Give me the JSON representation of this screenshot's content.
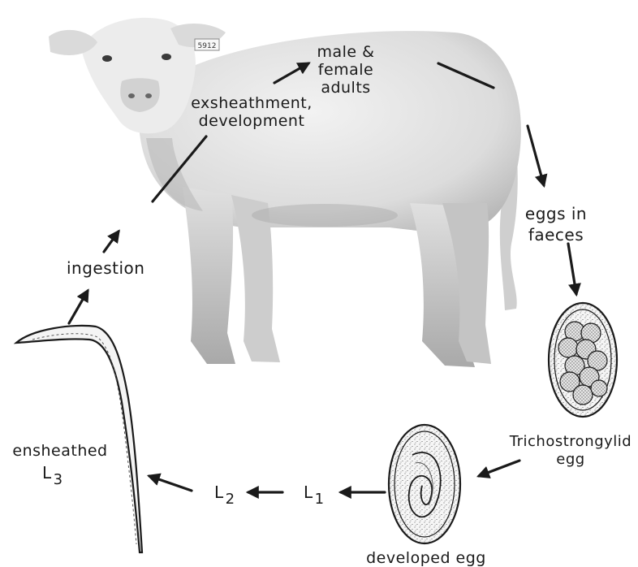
{
  "labels": {
    "adults": "male & female\nadults",
    "exsheathment": "exsheathment,\ndevelopment",
    "eggs_in_faeces": "eggs in\nfaeces",
    "ingestion": "ingestion",
    "tricho_egg": "Trichostrongylid\negg",
    "developed_egg": "developed egg",
    "ensheathed": "ensheathed",
    "l3_letter": "L",
    "l3_sub": "3",
    "l2_letter": "L",
    "l2_sub": "2",
    "l1_letter": "L",
    "l1_sub": "1",
    "ear_tag": "5912"
  },
  "colors": {
    "ink": "#1a1a1a",
    "calf_light": "#ededed",
    "calf_mid": "#c9c9c9",
    "calf_dark": "#8e8e8e",
    "egg_fill": "#f4f4f4"
  }
}
